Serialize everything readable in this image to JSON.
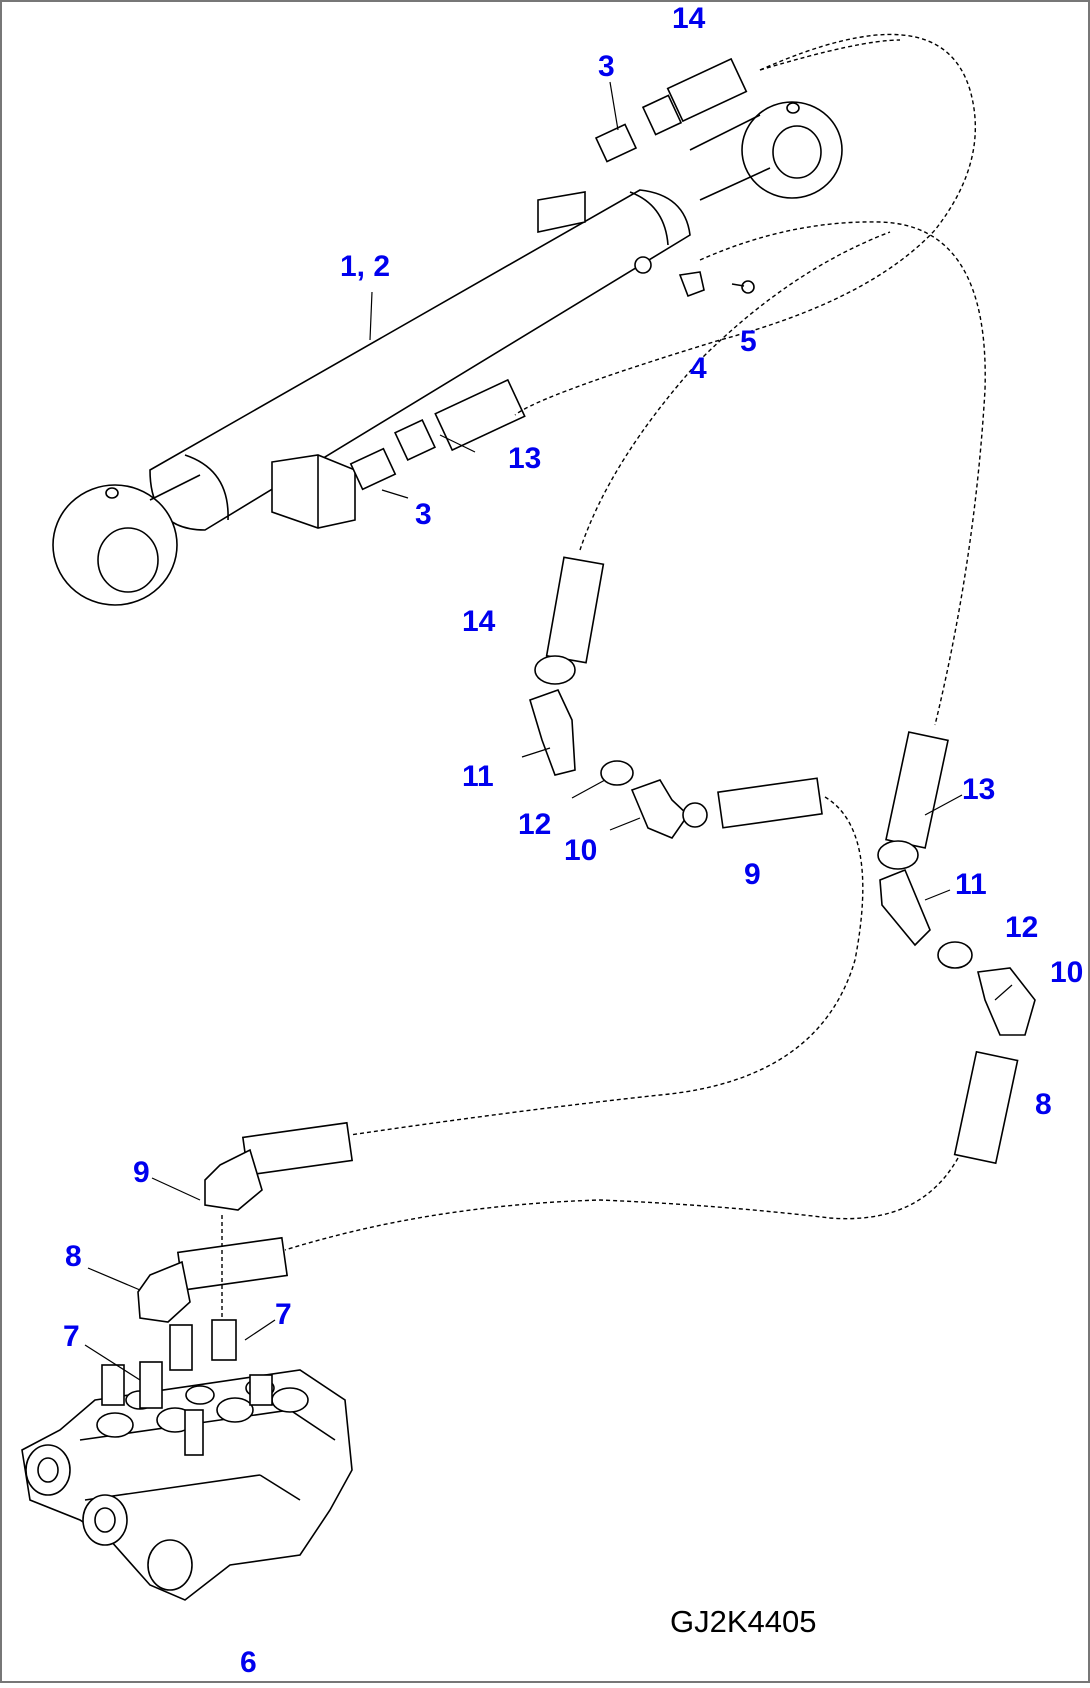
{
  "drawing_code": "GJ2K4405",
  "callouts": [
    {
      "id": "c14a",
      "text": "14"
    },
    {
      "id": "c3a",
      "text": "3"
    },
    {
      "id": "c12",
      "text": "1, 2"
    },
    {
      "id": "c5",
      "text": "5"
    },
    {
      "id": "c4",
      "text": "4"
    },
    {
      "id": "c13a",
      "text": "13"
    },
    {
      "id": "c3b",
      "text": "3"
    },
    {
      "id": "c14b",
      "text": "14"
    },
    {
      "id": "c11a",
      "text": "11"
    },
    {
      "id": "c12a",
      "text": "12"
    },
    {
      "id": "c10a",
      "text": "10"
    },
    {
      "id": "c9a",
      "text": "9"
    },
    {
      "id": "c13b",
      "text": "13"
    },
    {
      "id": "c11b",
      "text": "11"
    },
    {
      "id": "c12b",
      "text": "12"
    },
    {
      "id": "c10b",
      "text": "10"
    },
    {
      "id": "c8a",
      "text": "8"
    },
    {
      "id": "c9b",
      "text": "9"
    },
    {
      "id": "c8b",
      "text": "8"
    },
    {
      "id": "c7a",
      "text": "7"
    },
    {
      "id": "c7b",
      "text": "7"
    },
    {
      "id": "c6",
      "text": "6"
    }
  ],
  "colors": {
    "callout": "#0000ee",
    "line": "#000000",
    "background": "#ffffff"
  }
}
